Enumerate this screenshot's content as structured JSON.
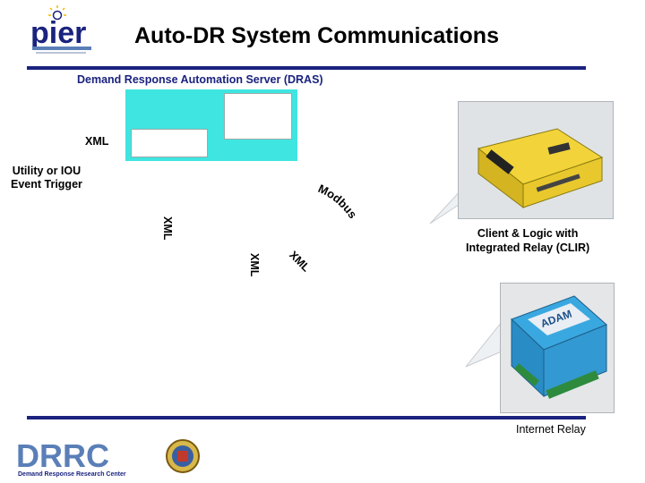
{
  "header": {
    "title": "Auto-DR System Communications",
    "logo_text": "pier"
  },
  "diagram": {
    "dras_label": "Demand Response Automation Server (DRAS)",
    "xml_label_1": "XML",
    "utility_label_line1": "Utility or IOU",
    "utility_label_line2": "Event Trigger",
    "modbus_label": "Modbus",
    "xml_label_2": "XML",
    "xml_label_3": "XML",
    "xml_label_4": "XML",
    "clir_label_line1": "Client & Logic with",
    "clir_label_line2": "Integrated Relay (CLIR)",
    "relay_label": "Internet Relay",
    "device2_brand": "ADAM"
  },
  "footer": {
    "logo_text": "DRRC",
    "logo_subtext": "Demand Response Research Center"
  },
  "colors": {
    "accent_navy": "#1a237e",
    "dras_cyan": "#3fe5e0",
    "clir_yellow": "#f2d43a",
    "adam_blue": "#3aa8e0",
    "drrc_blue": "#5a7fb8"
  }
}
